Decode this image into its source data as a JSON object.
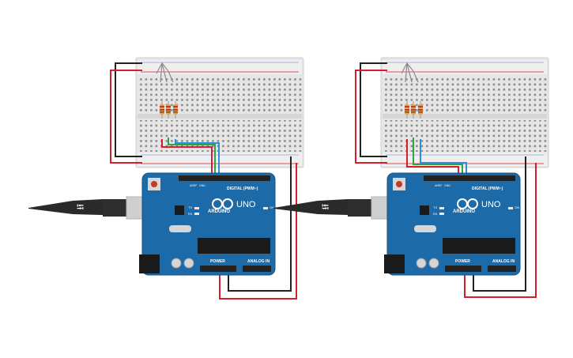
{
  "colors": {
    "board": "#1d6aa8",
    "board_dark": "#14527f",
    "breadboard": "#e6e6e6",
    "wire_red": "#d81e2a",
    "wire_black": "#222222",
    "wire_green": "#2ca24a",
    "wire_blue": "#2d8fd6",
    "header": "#222222",
    "usb_cable": "#2a2a2a"
  },
  "circuits": [
    {
      "id": "left",
      "board": {
        "brand": "ARDUINO",
        "model": "UNO",
        "digital_label": "DIGITAL (PWM~)",
        "power_label": "POWER",
        "analog_label": "ANALOG IN",
        "tx": "TX",
        "rx": "RX",
        "on": "ON",
        "aref": "AREF",
        "gnd": "GND"
      }
    },
    {
      "id": "right",
      "board": {
        "brand": "ARDUINO",
        "model": "UNO",
        "digital_label": "DIGITAL (PWM~)",
        "power_label": "POWER",
        "analog_label": "ANALOG IN",
        "tx": "TX",
        "rx": "RX",
        "on": "ON",
        "aref": "AREF",
        "gnd": "GND"
      }
    }
  ]
}
